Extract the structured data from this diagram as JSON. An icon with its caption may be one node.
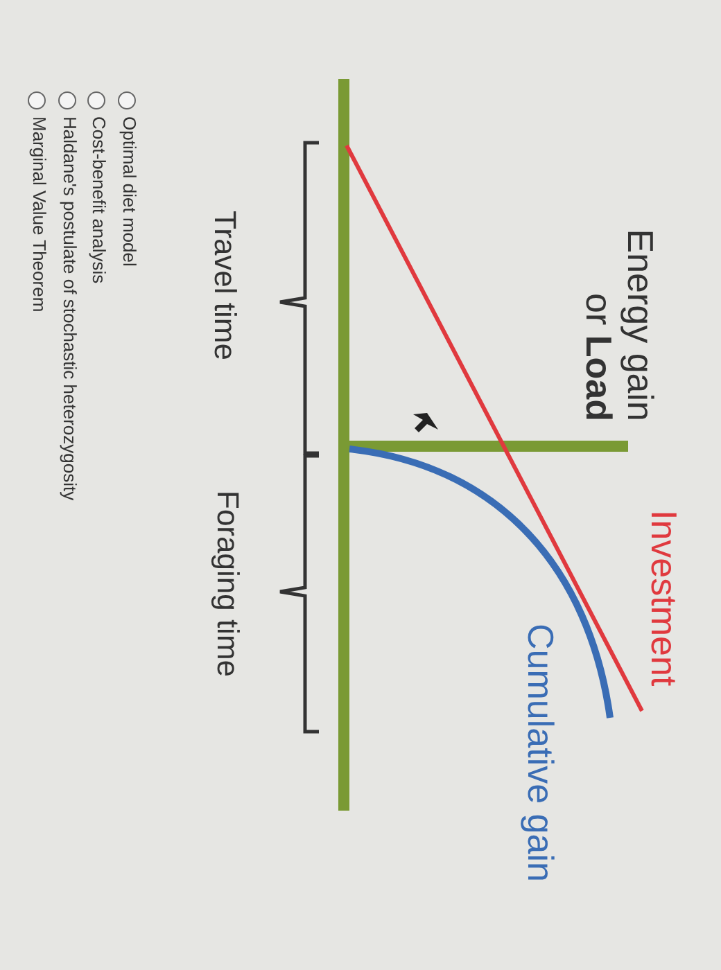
{
  "diagram": {
    "labels": [
      "Energy gain or **Load**",
      "Investment",
      "Cumulative gain",
      "Travel time",
      "Foraging time",
      "Optimal diet model",
      "Cost-benefit analysis",
      "Haldane's postulate of stochastic heterozygosity",
      "Marginal Value Theorem"
    ]
  }
}
